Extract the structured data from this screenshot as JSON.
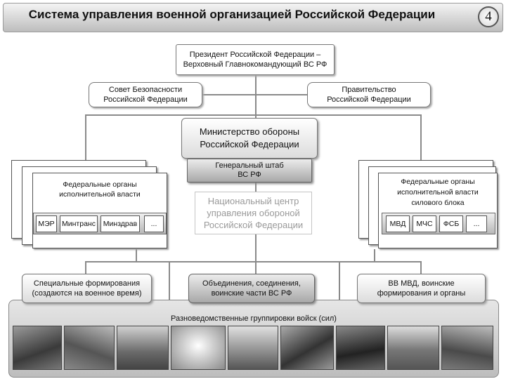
{
  "title": "Система управления военной организацией Российской Федерации",
  "page_number": "4",
  "president": {
    "line1": "Президент Российской Федерации –",
    "line2": "Верховный Главнокомандующий ВС РФ"
  },
  "security_council": {
    "line1": "Совет Безопасности",
    "line2": "Российской Федерации"
  },
  "government": {
    "line1": "Правительство",
    "line2": "Российской Федерации"
  },
  "ministry": {
    "line1": "Министерство обороны",
    "line2": "Российской Федерации"
  },
  "general_staff": {
    "line1": "Генеральный штаб",
    "line2": "ВС РФ"
  },
  "national_center": {
    "line1": "Национальный центр",
    "line2": "управления обороной",
    "line3": "Российской Федерации"
  },
  "left_stack": {
    "line1": "Федеральные органы",
    "line2": "исполнительной власти",
    "agencies": [
      "МЭР",
      "Минтранс",
      "Минздрав",
      "..."
    ]
  },
  "right_stack": {
    "line1": "Федеральные органы",
    "line2": "исполнительной власти",
    "line3": "силового блока",
    "agencies": [
      "МВД",
      "МЧС",
      "ФСБ",
      "..."
    ]
  },
  "special_formations": {
    "line1": "Специальные формирования",
    "line2": "(создаются на военное время)"
  },
  "armed_units": {
    "line1": "Объединения, соединения,",
    "line2": "воинские части ВС РФ"
  },
  "internal_troops": {
    "line1": "ВВ МВД, воинские",
    "line2": "формирования и органы"
  },
  "groupings": "Разноведомственные группировки войск (сил)"
}
